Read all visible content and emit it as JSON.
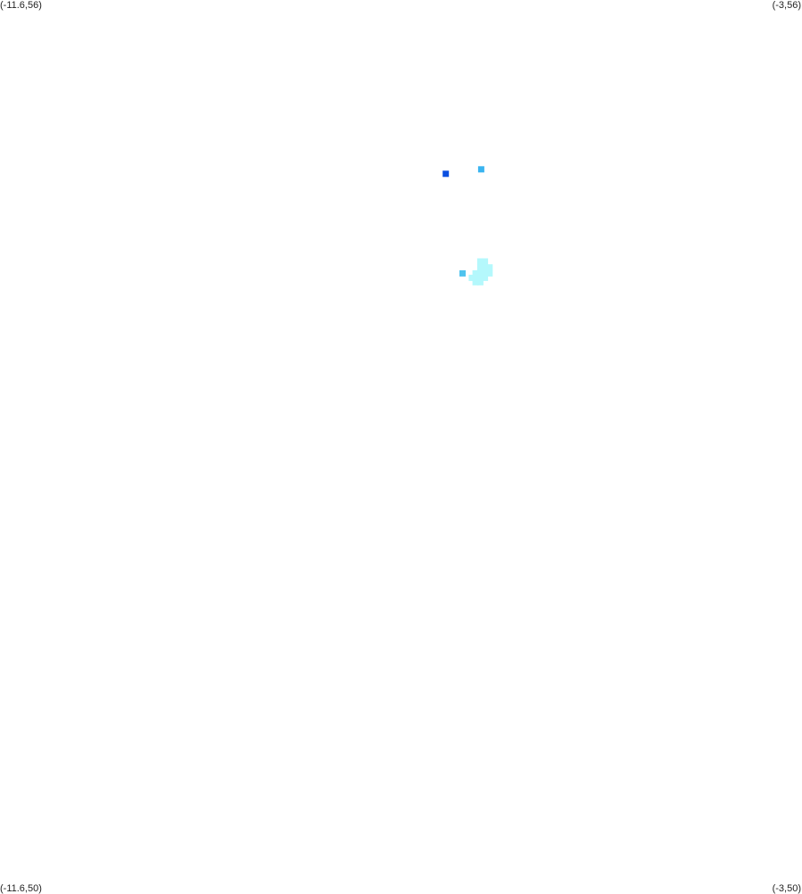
{
  "corners": {
    "top_left": "(-11.6,56)",
    "top_right": "(-3,56)",
    "bottom_left": "(-11.6,50)",
    "bottom_right": "(-3,50)"
  },
  "extent": {
    "lon_min": -11.6,
    "lon_max": -3,
    "lat_min": 50,
    "lat_max": 56
  },
  "cells": [
    {
      "lon": -6.82,
      "lat": 54.83,
      "color": "#0b4fe0"
    },
    {
      "lon": -6.44,
      "lat": 54.86,
      "color": "#3ab4f0"
    },
    {
      "lon": -6.64,
      "lat": 54.16,
      "color": "#4fc3ee"
    },
    {
      "lon": -6.45,
      "lat": 54.24,
      "color": "#b4f8fc"
    },
    {
      "lon": -6.4,
      "lat": 54.24,
      "color": "#b4f8fc"
    },
    {
      "lon": -6.45,
      "lat": 54.2,
      "color": "#b4f8fc"
    },
    {
      "lon": -6.4,
      "lat": 54.2,
      "color": "#b4f8fc"
    },
    {
      "lon": -6.35,
      "lat": 54.2,
      "color": "#b4f8fc"
    },
    {
      "lon": -6.5,
      "lat": 54.16,
      "color": "#b4f8fc"
    },
    {
      "lon": -6.45,
      "lat": 54.16,
      "color": "#b4f8fc"
    },
    {
      "lon": -6.4,
      "lat": 54.16,
      "color": "#b4f8fc"
    },
    {
      "lon": -6.35,
      "lat": 54.16,
      "color": "#b4f8fc"
    },
    {
      "lon": -6.54,
      "lat": 54.13,
      "color": "#b4f8fc"
    },
    {
      "lon": -6.5,
      "lat": 54.13,
      "color": "#b4f8fc"
    },
    {
      "lon": -6.45,
      "lat": 54.13,
      "color": "#b4f8fc"
    },
    {
      "lon": -6.4,
      "lat": 54.13,
      "color": "#b4f8fc"
    },
    {
      "lon": -6.5,
      "lat": 54.1,
      "color": "#b4f8fc"
    },
    {
      "lon": -6.45,
      "lat": 54.1,
      "color": "#b4f8fc"
    }
  ]
}
